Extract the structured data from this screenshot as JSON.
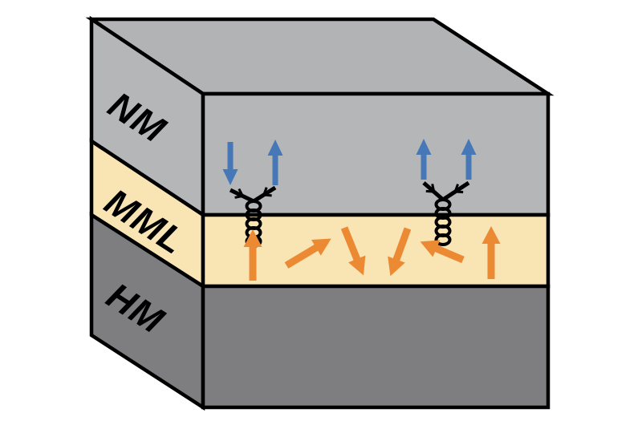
{
  "figure": {
    "kind": "layered-stack-schematic"
  },
  "labels": {
    "top_layer": "NM",
    "middle_layer": "MML",
    "bottom_layer": "HM"
  },
  "colors": {
    "background": "#ffffff",
    "outline": "#000000",
    "nm_fill": "#b5b6b8",
    "top_face_fill": "#b2b3b5",
    "mml_fill": "#f9e4b4",
    "hm_fill": "#7e7e80",
    "spin_arrow": "#4678b8",
    "moment_arrow": "#ec8a33"
  },
  "icons": {
    "left_spin_pair": [
      "spin-down-arrow",
      "spin-up-arrow"
    ],
    "right_spin_pair": [
      "spin-up-arrow",
      "spin-up-arrow"
    ],
    "interface_coupling": "spring-coil-icon",
    "moment_arrow_directions": [
      "up",
      "up-right",
      "down-right",
      "down-left",
      "up-left",
      "up"
    ]
  }
}
